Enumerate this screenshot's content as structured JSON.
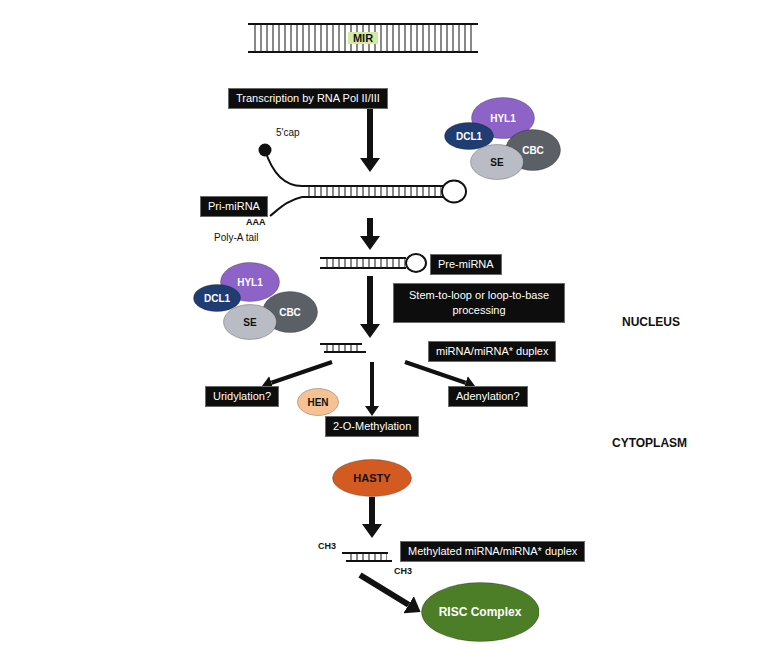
{
  "diagram": {
    "nodes": [
      {
        "text": [
          "NUCLEUS"
        ]
      },
      {
        "text": [
          "MIR"
        ],
        "in": 0
      },
      {
        "text": [
          "Transcription by RNA Pol II/III"
        ],
        "in": 0
      },
      {
        "text": [
          "Pri-miRNA"
        ],
        "in": 0
      },
      {
        "text": [
          "HYL1"
        ],
        "in": 0
      },
      {
        "text": [
          "DCL1"
        ],
        "in": 0
      },
      {
        "text": [
          "SE"
        ],
        "in": 0
      },
      {
        "text": [
          "CBC"
        ],
        "in": 0
      },
      {
        "text": [
          "Pre-miRNA"
        ],
        "in": 0
      },
      {
        "text": [
          "HYL1"
        ],
        "in": 0
      },
      {
        "text": [
          "DCL1"
        ],
        "in": 0
      },
      {
        "text": [
          "SE"
        ],
        "in": 0
      },
      {
        "text": [
          "CBC"
        ],
        "in": 0
      },
      {
        "text": [
          "Stem-to-loop or loop-to-base processing"
        ],
        "in": 0
      },
      {
        "text": [
          "miRNA/miRNA* duplex"
        ],
        "in": 0
      },
      {
        "text": [
          "Uridylation?"
        ],
        "in": 0
      },
      {
        "text": [
          "HEN"
        ],
        "in": 0
      },
      {
        "text": [
          "2-O-Methylation"
        ],
        "in": 0
      },
      {
        "text": [
          "Adenylation?"
        ],
        "in": 0
      },
      {
        "text": [
          "HASTY"
        ]
      },
      {
        "text": [
          "Methylated miRNA/miRNA* duplex"
        ]
      },
      {
        "text": [
          "RISC Complex"
        ]
      }
    ],
    "edges": [
      {
        "from": 2,
        "to": 3,
        "arrow": "to"
      },
      {
        "from": 3,
        "to": 8,
        "arrow": "to"
      },
      {
        "from": 8,
        "to": 14,
        "arrow": "to"
      },
      {
        "from": 14,
        "to": 15,
        "arrow": "to"
      },
      {
        "from": 14,
        "to": 17,
        "arrow": "to"
      },
      {
        "from": 14,
        "to": 18,
        "arrow": "to"
      },
      {
        "from": 19,
        "to": 20,
        "arrow": "to"
      },
      {
        "from": 20,
        "to": 21,
        "arrow": "to"
      }
    ],
    "labels": [
      "5'cap",
      "AAA",
      "Poly-A tail",
      "CYTOPLASM",
      "CH3",
      "CH3"
    ]
  }
}
